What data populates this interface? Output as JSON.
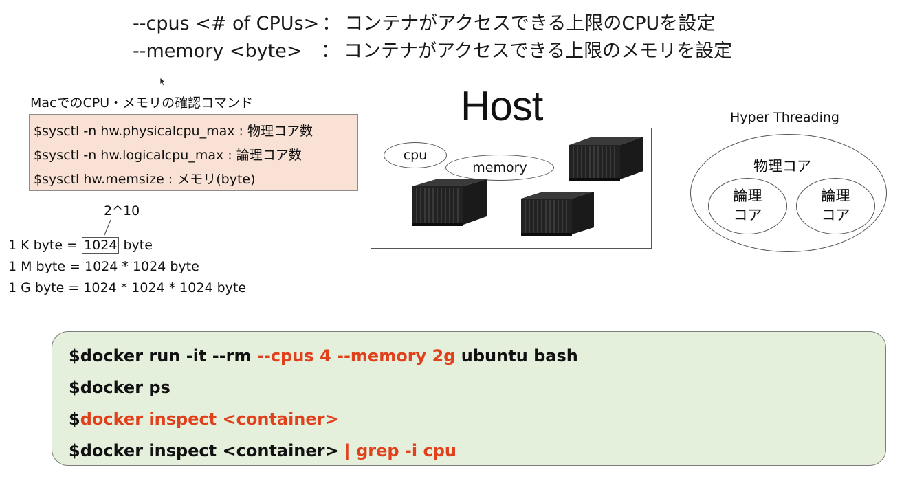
{
  "options": {
    "cpus": {
      "flag": "--cpus <# of CPUs>",
      "sep": "：",
      "desc": "コンテナがアクセスできる上限のCPUを設定"
    },
    "memory": {
      "flag": "--memory <byte>",
      "sep": "：",
      "desc": "コンテナがアクセスできる上限のメモリを設定"
    }
  },
  "mac": {
    "title": "MacでのCPU・メモリの確認コマンド",
    "commands": [
      "$sysctl -n hw.physicalcpu_max : 物理コア数",
      "$sysctl -n hw.logicalcpu_max : 論理コア数",
      "$sysctl hw.memsize : メモリ(byte)"
    ]
  },
  "bytes": {
    "power_label": "2^10",
    "k_prefix": "1 K byte = ",
    "k_boxed": "1024",
    "k_suffix": " byte",
    "m_line": "1 M byte = 1024 * 1024 byte",
    "g_line": "1 G byte = 1024 * 1024 * 1024 byte"
  },
  "host": {
    "title": "Host",
    "cpu_label": "cpu",
    "memory_label": "memory",
    "container_icon": "shipping-container-icon"
  },
  "hyper_threading": {
    "title": "Hyper Threading",
    "physical_label": "物理コア",
    "logical_top": "論理",
    "logical_bottom": "コア"
  },
  "docker": {
    "line1": {
      "a": "$docker run -it --rm ",
      "b": "--cpus 4 --memory 2g",
      "c": " ubuntu bash"
    },
    "line2": "$docker ps",
    "line3": {
      "a": "$",
      "b": "docker inspect <container>"
    },
    "line4": {
      "a": "$docker inspect <container> ",
      "b": "| grep -i cpu"
    }
  },
  "colors": {
    "highlight_red": "#e0401b",
    "mac_box_bg": "#f9e2d5",
    "docker_box_bg": "#e4efdc"
  }
}
